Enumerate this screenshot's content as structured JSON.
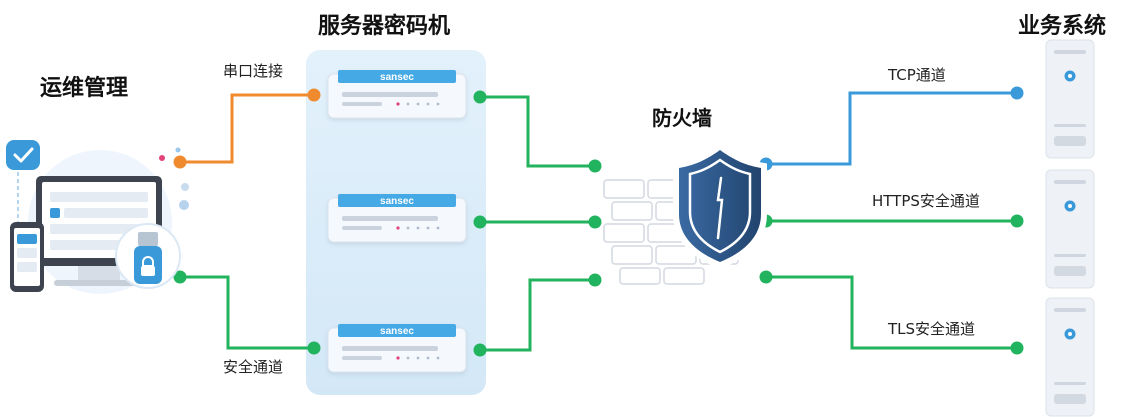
{
  "nodes": {
    "ops": {
      "label": "运维管理"
    },
    "hsm": {
      "label": "服务器密码机",
      "device_brand": "sansec",
      "count": 3
    },
    "firewall": {
      "label": "防火墙"
    },
    "business": {
      "label": "业务系统",
      "count": 3
    }
  },
  "edges": {
    "serial": {
      "label": "串口连接"
    },
    "secure_channel": {
      "label": "安全通道"
    },
    "tcp": {
      "label": "TCP通道"
    },
    "https": {
      "label": "HTTPS安全通道"
    },
    "tls": {
      "label": "TLS安全通道"
    }
  },
  "colors": {
    "serial": "#f08a2e",
    "secure": "#22b35e",
    "tcp": "#3a9ad9",
    "panel": "#dcedfa",
    "device_stripe": "#45a9e6",
    "shield": "#2d5282",
    "wall": "#d9dee5",
    "server": "#e6e9ee"
  }
}
